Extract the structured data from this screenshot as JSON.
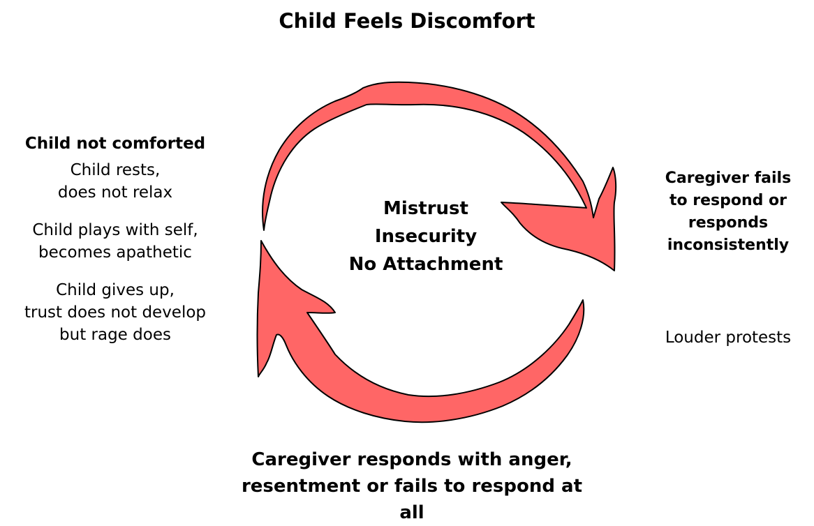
{
  "title": "Child Feels Discomfort",
  "center": [
    "Mistrust",
    "Insecurity",
    "No Attachment"
  ],
  "right": {
    "heading_lines": [
      "Caregiver fails",
      "to respond or",
      "responds",
      "inconsistently"
    ],
    "note": "Louder protests"
  },
  "bottom": {
    "lines": [
      "Caregiver responds with anger,",
      "resentment or fails to respond at all"
    ]
  },
  "left": {
    "heading": "Child not comforted",
    "groups": [
      [
        "Child rests,",
        "does not relax"
      ],
      [
        "Child plays with self,",
        "becomes apathetic"
      ],
      [
        "Child gives up,",
        "trust does not develop",
        "but rage does"
      ]
    ]
  },
  "colors": {
    "arrow_fill": "#ff6666",
    "arrow_stroke": "#000000"
  },
  "icons": [
    "curved-arrow-top",
    "curved-arrow-bottom"
  ]
}
